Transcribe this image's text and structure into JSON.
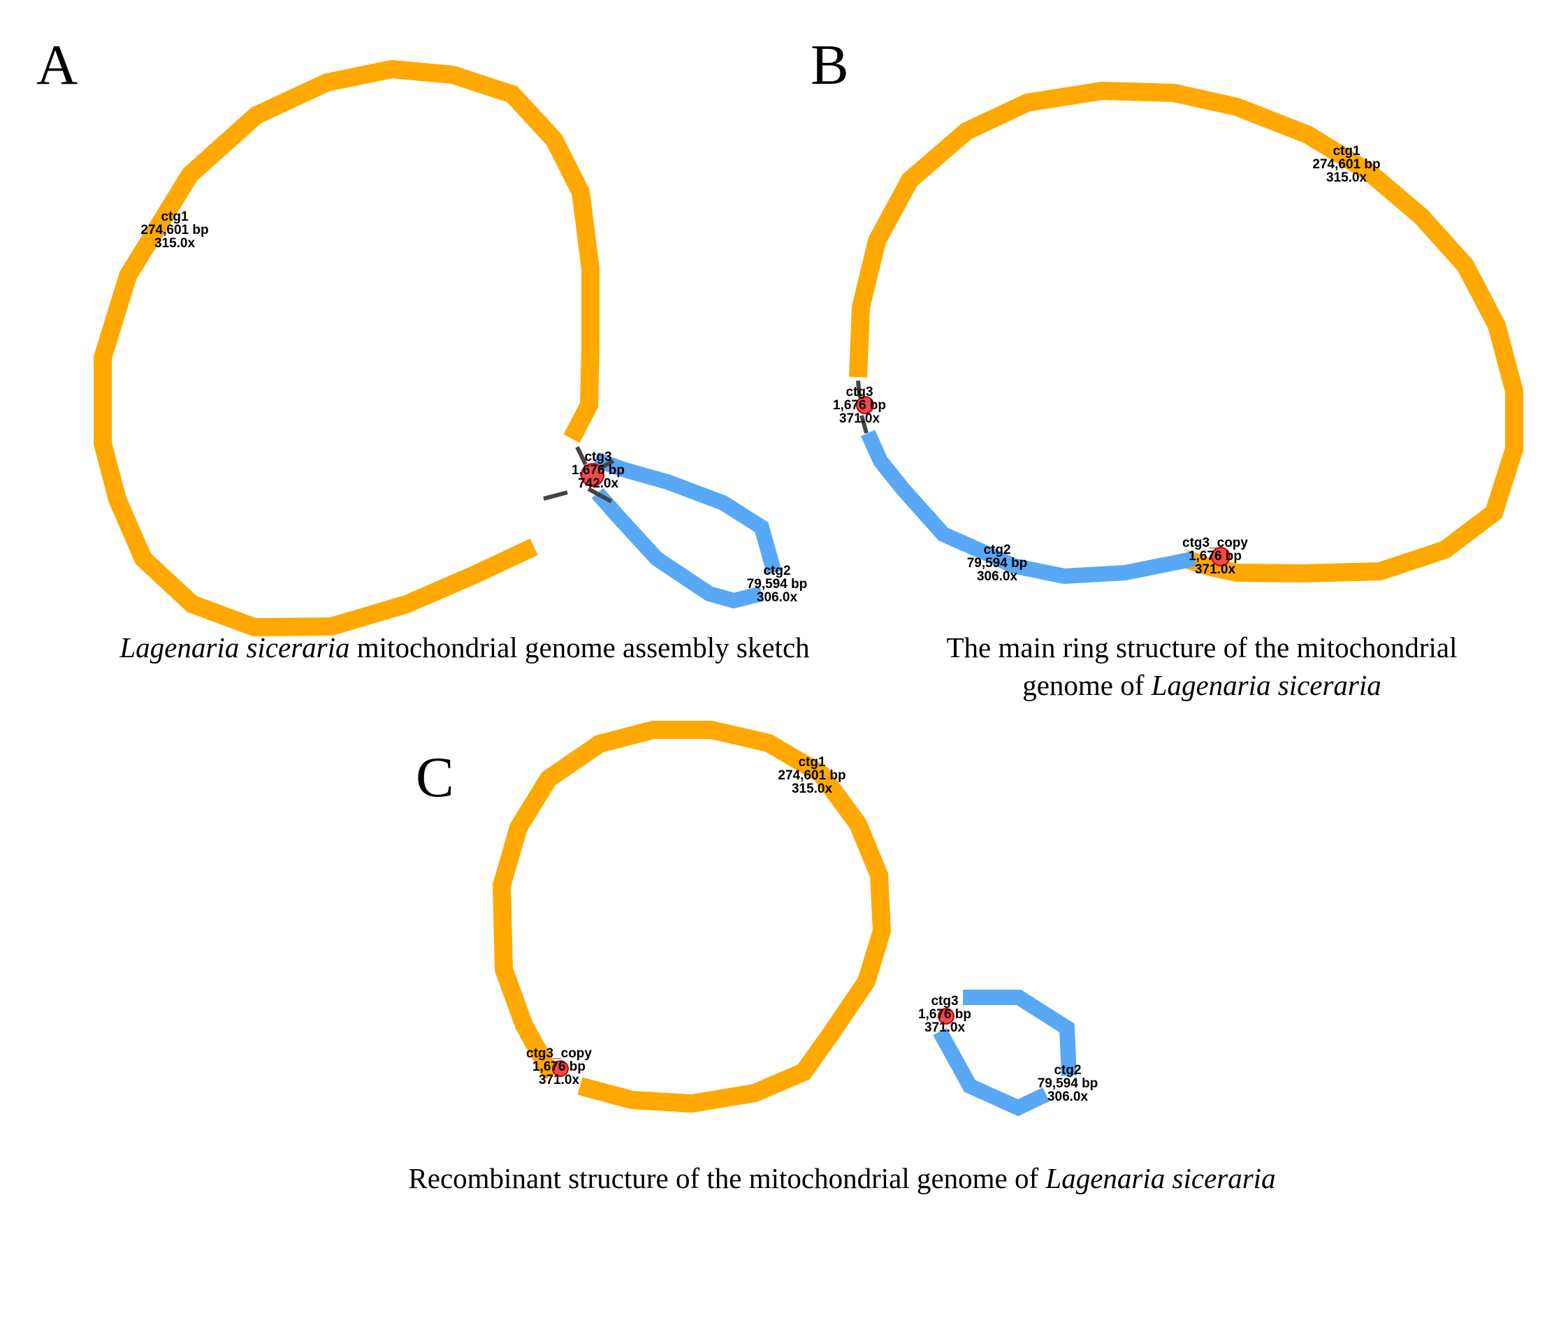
{
  "colors": {
    "ctg1": "#FFA800",
    "ctg2": "#58A8F5",
    "ctg3": "#f24a4a",
    "link": "#444444"
  },
  "panels": {
    "A": {
      "letter": "A",
      "ctg1": {
        "name": "ctg1",
        "length": "274,601 bp",
        "depth": "315.0x"
      },
      "ctg2": {
        "name": "ctg2",
        "length": "79,594 bp",
        "depth": "306.0x"
      },
      "ctg3": {
        "name": "ctg3",
        "length": "1,676 bp",
        "depth": "742.0x"
      },
      "caption": {
        "italic": "Lagenaria siceraria",
        "text": " mitochondrial genome assembly sketch"
      }
    },
    "B": {
      "letter": "B",
      "ctg1": {
        "name": "ctg1",
        "length": "274,601 bp",
        "depth": "315.0x"
      },
      "ctg2": {
        "name": "ctg2",
        "length": "79,594 bp",
        "depth": "306.0x"
      },
      "ctg3": {
        "name": "ctg3",
        "length": "1,676 bp",
        "depth": "371.0x"
      },
      "ctg3_copy": {
        "name": "ctg3_copy",
        "length": "1,676 bp",
        "depth": "371.0x"
      },
      "caption": {
        "line1": "The main ring structure of the mitochondrial",
        "line2": "genome of ",
        "italic": "Lagenaria siceraria"
      }
    },
    "C": {
      "letter": "C",
      "ctg1": {
        "name": "ctg1",
        "length": "274,601 bp",
        "depth": "315.0x"
      },
      "ctg2": {
        "name": "ctg2",
        "length": "79,594 bp",
        "depth": "306.0x"
      },
      "ctg3": {
        "name": "ctg3",
        "length": "1,676 bp",
        "depth": "371.0x"
      },
      "ctg3_copy": {
        "name": "ctg3_copy",
        "length": "1,676 bp",
        "depth": "371.0x"
      },
      "caption": {
        "text": "Recombinant structure of the mitochondrial genome of ",
        "italic": "Lagenaria siceraria"
      }
    }
  }
}
